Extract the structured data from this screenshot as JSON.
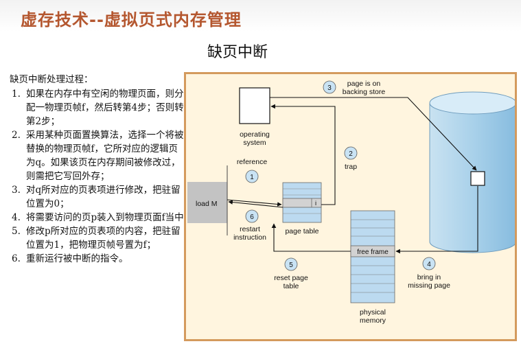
{
  "header": {
    "title": "虚存技术--虚拟页式内存管理"
  },
  "slide": {
    "subtitle": "缺页中断"
  },
  "process": {
    "heading": "缺页中断处理过程：",
    "steps": [
      {
        "num": "1.",
        "text": "如果在内存中有空闲的物理页面，则分配一物理页帧f，然后转第4步；否则转第2步；"
      },
      {
        "num": "2.",
        "text": "采用某种页面置换算法，选择一个将被替换的物理页帧f，它所对应的逻辑页为q。如果该页在内存期间被修改过，则需把它写回外存；"
      },
      {
        "num": "3.",
        "text": "对q所对应的页表项进行修改，把驻留位置为0；"
      },
      {
        "num": "4.",
        "text": "将需要访问的页p装入到物理页面f当中"
      },
      {
        "num": "5.",
        "text": "修改p所对应的页表项的内容，把驻留位置为1，把物理页帧号置为f；"
      },
      {
        "num": "6.",
        "text": "重新运行被中断的指令。"
      }
    ]
  },
  "diagram": {
    "os_label_1": "operating",
    "os_label_2": "system",
    "load_label": "load M",
    "reference_label": "reference",
    "restart_label_1": "restart",
    "restart_label_2": "instruction",
    "page_table_label": "page table",
    "page_table_entry": "i",
    "free_frame_label": "free frame",
    "physical_1": "physical",
    "physical_2": "memory",
    "steps": [
      {
        "num": "1",
        "lines": []
      },
      {
        "num": "2",
        "lines": [
          "trap"
        ]
      },
      {
        "num": "3",
        "lines": [
          "page is on",
          "backing store"
        ]
      },
      {
        "num": "4",
        "lines": [
          "bring in",
          "missing page"
        ]
      },
      {
        "num": "5",
        "lines": [
          "reset page",
          "table"
        ]
      },
      {
        "num": "6",
        "lines": []
      }
    ]
  }
}
